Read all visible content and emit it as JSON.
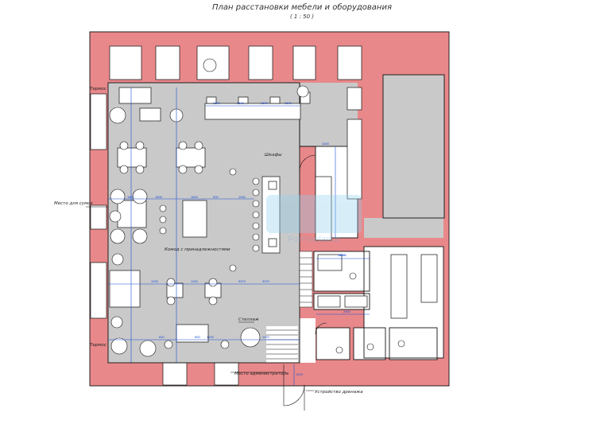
{
  "title": "План расстановки мебели и оборудования",
  "scale": "( 1 : 50 )",
  "labels": {
    "terminal_top": "Термос",
    "terminal_bottom": "Термос",
    "stroller_place": "Место для сумок",
    "lockers": "Шкафы",
    "sofa": "Комод с принадлежностями",
    "stellazh": "Стеллаж",
    "admin_place": "Место администратора",
    "door_device": "Устройство дренажа"
  },
  "watermark": "ForFreelance",
  "colors": {
    "wall": "#e8888a",
    "floor": "#c9c9c9",
    "dimension": "#1a4fd6",
    "line": "#111111"
  },
  "dimensions": [
    "1600",
    "1600",
    "1600",
    "1600",
    "1600",
    "1600",
    "1600",
    "5370",
    "1200",
    "1200",
    "2500",
    "1400",
    "2400",
    "1370",
    "1000",
    "900",
    "600",
    "800",
    "1200",
    "3370",
    "2900",
    "1200"
  ]
}
